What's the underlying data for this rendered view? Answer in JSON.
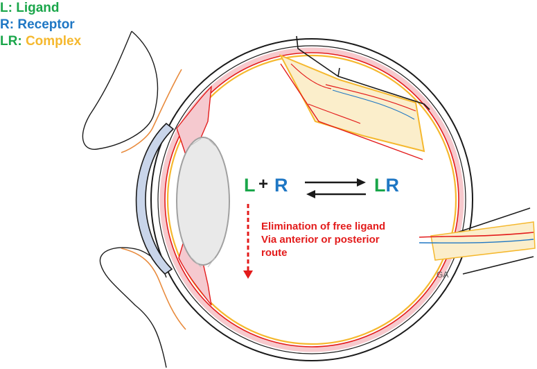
{
  "legend": {
    "ligand": {
      "key": "L",
      "sep": ": ",
      "label": "Ligand"
    },
    "receptor": {
      "key": "R",
      "sep": ": ",
      "label": "Receptor"
    },
    "complex": {
      "key": "LR",
      "sep": ": ",
      "label": "Complex"
    }
  },
  "equation": {
    "left_ligand": "L",
    "plus": "+",
    "left_receptor": "R",
    "product_l": "L",
    "product_r": "R"
  },
  "annotation": {
    "line1": "Elimination  of free ligand",
    "line2": "Via anterior  or posterior",
    "line3": "route"
  },
  "signature": "GA",
  "colors": {
    "ligand": "#1aa64a",
    "receptor": "#1f77c4",
    "complex": "#f5b82e",
    "vessel_red": "#e31b1b",
    "cornea": "#c9d5ea",
    "lens": "#e9e9e9",
    "nerve": "#fbeecb"
  }
}
